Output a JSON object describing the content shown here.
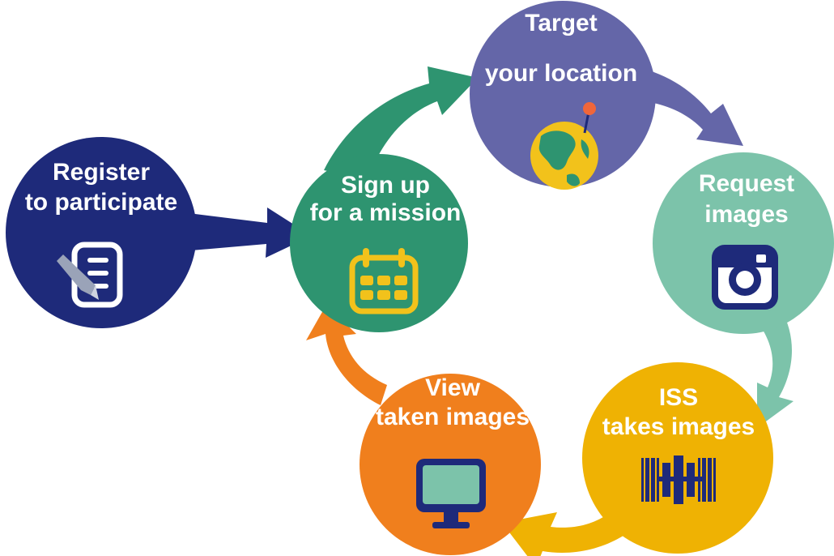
{
  "colors": {
    "background": "#ffffff",
    "register": "#1e2a7a",
    "signup": "#2e9470",
    "target": "#6466a8",
    "request": "#7cc3aa",
    "iss": "#efb203",
    "view": "#f07f1d",
    "icon_yellow": "#f2c21b",
    "icon_navy": "#1e2a7a",
    "pin": "#f0663a"
  },
  "steps": [
    {
      "id": "register",
      "line1": "Register",
      "line2": "to participate",
      "icon": "document-pen-icon"
    },
    {
      "id": "signup",
      "line1": "Sign up",
      "line2": "for a mission",
      "icon": "calendar-icon"
    },
    {
      "id": "target",
      "line1": "Target",
      "line2": "your location",
      "icon": "globe-pin-icon"
    },
    {
      "id": "request",
      "line1": "Request",
      "line2": "images",
      "icon": "camera-icon"
    },
    {
      "id": "iss",
      "line1": "ISS",
      "line2": "takes images",
      "icon": "space-station-icon"
    },
    {
      "id": "view",
      "line1": "View",
      "line2": "taken images",
      "icon": "monitor-icon"
    }
  ],
  "flow": [
    [
      "register",
      "signup"
    ],
    [
      "signup",
      "target"
    ],
    [
      "target",
      "request"
    ],
    [
      "request",
      "iss"
    ],
    [
      "iss",
      "view"
    ],
    [
      "view",
      "signup"
    ]
  ]
}
